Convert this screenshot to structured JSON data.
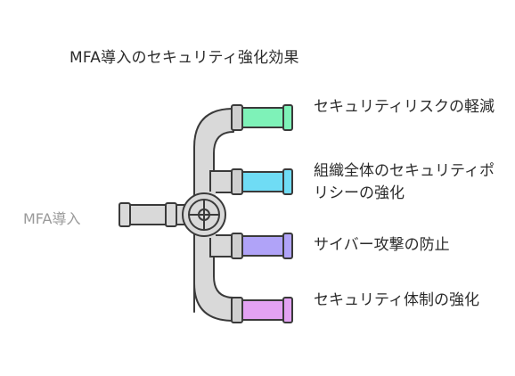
{
  "title": "MFA導入のセキュリティ強化効果",
  "source": {
    "label": "MFA導入"
  },
  "outcomes": [
    {
      "label": "セキュリティリスクの軽減",
      "color": "#7ef2b8"
    },
    {
      "label": "組織全体のセキュリティポリシーの強化",
      "color": "#6fdcf5"
    },
    {
      "label": "サイバー攻撃の防止",
      "color": "#b0a3f8"
    },
    {
      "label": "セキュリティ体制の強化",
      "color": "#e3a2f3"
    }
  ],
  "colors": {
    "pipe_fill": "#d9d9d9",
    "pipe_stroke": "#3a3a3a",
    "connector_fill": "#cfcfcf"
  }
}
